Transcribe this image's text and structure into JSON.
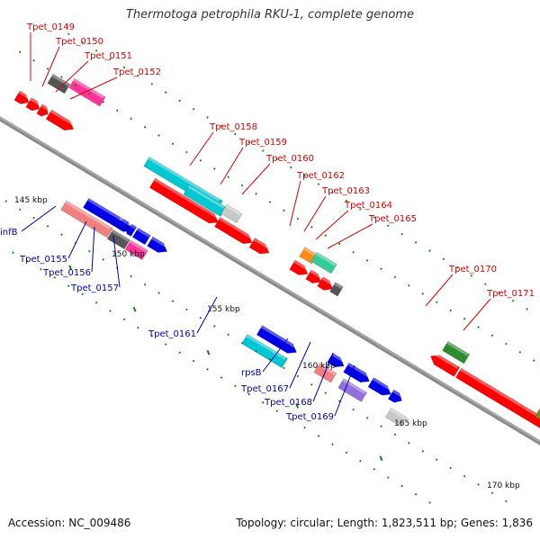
{
  "title": "Thermotoga petrophila RKU-1, complete genome",
  "footer": {
    "accession": "Accession: NC_009486",
    "summary": "Topology: circular; Length: 1,823,511 bp; Genes: 1,836"
  },
  "colors": {
    "backbone": "#8c8c8c",
    "label_top": "#d40000",
    "label_bottom": "#0000aa",
    "tick": "#1a7a1a",
    "scale_text": "#111111"
  },
  "scale_labels": [
    "145 kbp",
    "150 kbp",
    "155 kbp",
    "160 kbp",
    "165 kbp",
    "170 kbp"
  ],
  "top_labels": [
    "Tpet_0149",
    "Tpet_0150",
    "Tpet_0151",
    "Tpet_0152",
    "Tpet_0158",
    "Tpet_0159",
    "Tpet_0160",
    "Tpet_0162",
    "Tpet_0163",
    "Tpet_0164",
    "Tpet_0165",
    "Tpet_0170",
    "Tpet_0171"
  ],
  "bottom_labels": [
    "infB",
    "Tpet_0155",
    "Tpet_0156",
    "Tpet_0157",
    "Tpet_0161",
    "rpsB",
    "Tpet_0167",
    "Tpet_0168",
    "Tpet_0169"
  ],
  "gene_colors": {
    "red": "#ff0000",
    "blue": "#0000e6",
    "pink": "#ff3399",
    "light_pink": "#f08080",
    "cyan": "#00c8d2",
    "dark_grey": "#555555",
    "light_grey": "#c8c8c8",
    "green": "#2e8b2e",
    "mint": "#33cc99",
    "orange": "#ff8c1a",
    "olive": "#7a8c1a",
    "lavender": "#9370db"
  }
}
